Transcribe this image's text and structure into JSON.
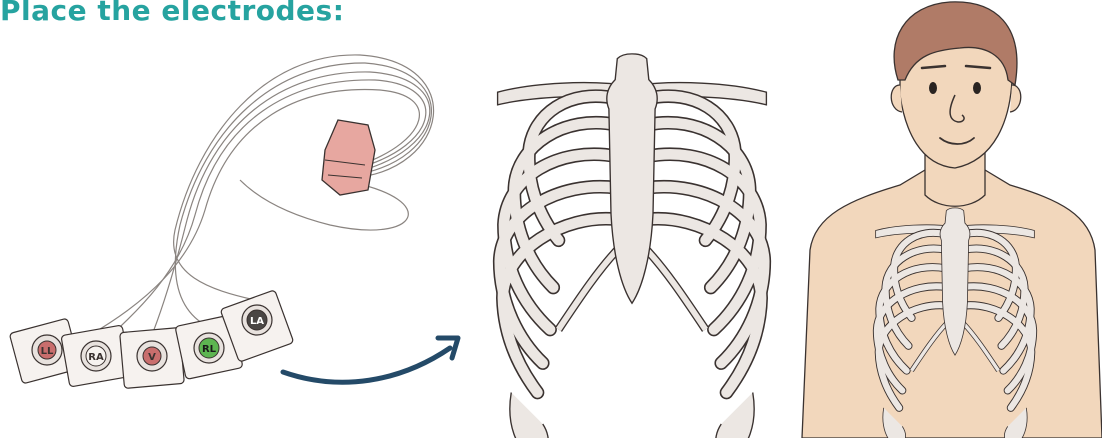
{
  "title": "Place the electrodes:",
  "colors": {
    "title": "#26a3a0",
    "arrow": "#244a68",
    "bone": "#ece7e3",
    "outline": "#3a3230",
    "skin": "#f2d7bc",
    "hair": "#b07b67",
    "connector": "#e7a7a0",
    "electrode_red": "#c96e6d",
    "electrode_green": "#5db551",
    "electrode_gray": "#4a4644",
    "electrode_light": "#f6f2ef"
  },
  "electrodes": [
    {
      "label": "LL",
      "color_key": "electrode_red"
    },
    {
      "label": "RA",
      "color_key": "electrode_light"
    },
    {
      "label": "V",
      "color_key": "electrode_red"
    },
    {
      "label": "RL",
      "color_key": "electrode_green"
    },
    {
      "label": "LA",
      "color_key": "electrode_gray"
    }
  ],
  "icons": {
    "cable": "ecg-lead-cable-icon",
    "arrow": "curved-arrow-icon",
    "ribcage": "ribcage-icon",
    "person": "person-torso-icon"
  }
}
